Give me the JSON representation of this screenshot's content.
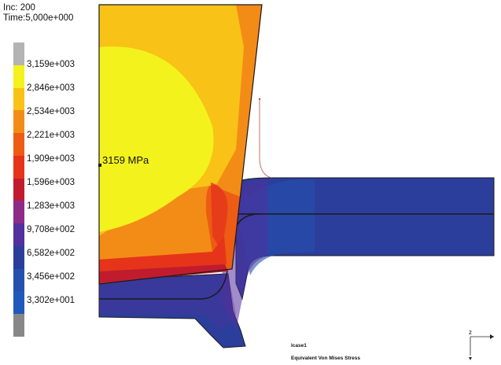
{
  "header": {
    "increment": "Inc: 200",
    "time": "Time:5,000e+000"
  },
  "legend": {
    "values": [
      "3,159e+003",
      "2,846e+003",
      "2,534e+003",
      "2,221e+003",
      "1,909e+003",
      "1,596e+003",
      "1,283e+003",
      "9,708e+002",
      "6,582e+002",
      "3,456e+002",
      "3,302e+001"
    ],
    "colors": [
      "#b3b3b3",
      "#f4f21d",
      "#f8c216",
      "#f38c16",
      "#ec5c14",
      "#e6341b",
      "#c01c2e",
      "#8d2c88",
      "#53309c",
      "#2c3e9c",
      "#2550ae",
      "#1f5aba",
      "#888888"
    ]
  },
  "probe": {
    "label": "3159 MPa"
  },
  "footer": {
    "case": "lcase1",
    "result": "Equivalent Von Mises Stress"
  },
  "axes": {
    "z_label": "z"
  },
  "colors": {
    "blue_material": "#2b3c9a",
    "die_outline": "#1a1a1a"
  }
}
